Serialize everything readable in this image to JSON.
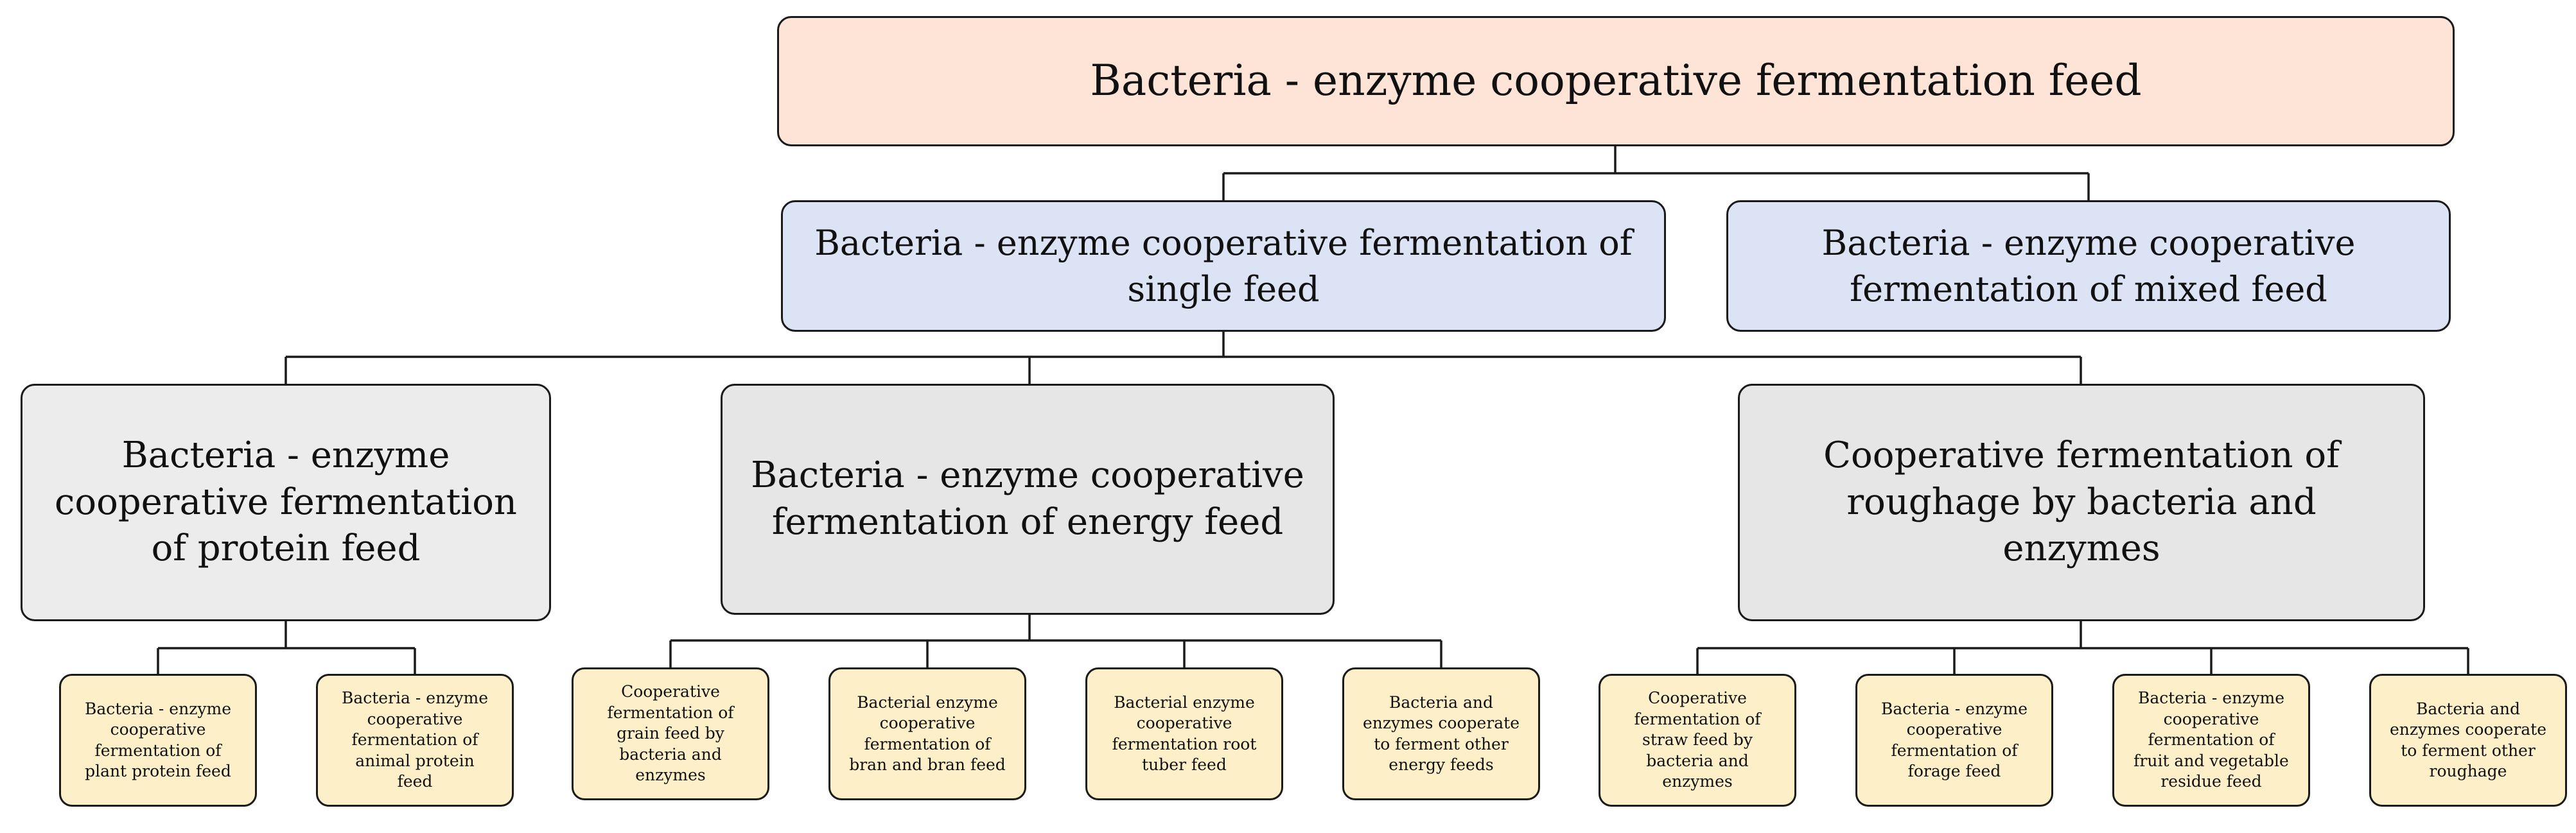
{
  "diagram": {
    "root": {
      "label": "Bacteria - enzyme cooperative fermentation feed"
    },
    "level2": [
      {
        "label": "Bacteria - enzyme cooperative fermentation of single feed"
      },
      {
        "label": "Bacteria - enzyme cooperative fermentation of mixed feed"
      }
    ],
    "level3": [
      {
        "label": "Bacteria - enzyme cooperative fermentation of protein feed"
      },
      {
        "label": "Bacteria - enzyme cooperative fermentation of energy feed"
      },
      {
        "label": "Cooperative fermentation of roughage by bacteria and enzymes"
      }
    ],
    "protein_leaves": [
      {
        "label": "Bacteria - enzyme cooperative fermentation of plant protein feed"
      },
      {
        "label": "Bacteria - enzyme cooperative fermentation of animal protein feed"
      }
    ],
    "energy_leaves": [
      {
        "label": "Cooperative fermentation of grain feed by bacteria and enzymes"
      },
      {
        "label": "Bacterial enzyme cooperative fermentation of bran and bran feed"
      },
      {
        "label": "Bacterial enzyme cooperative fermentation root tuber feed"
      },
      {
        "label": "Bacteria and enzymes cooperate to ferment other energy feeds"
      }
    ],
    "roughage_leaves": [
      {
        "label": "Cooperative fermentation of straw feed by bacteria and enzymes"
      },
      {
        "label": "Bacteria - enzyme cooperative fermentation of forage feed"
      },
      {
        "label": "Bacteria - enzyme cooperative fermentation of fruit and vegetable residue feed"
      },
      {
        "label": "Bacteria and enzymes cooperate to ferment other roughage"
      }
    ]
  },
  "colors": {
    "root_fill": "#fde4d7",
    "level2_fill": "#dbe3f5",
    "level3_fill": "#e6e6e6",
    "leaf_fill": "#fdf0c9",
    "line": "#1a1a1a"
  }
}
